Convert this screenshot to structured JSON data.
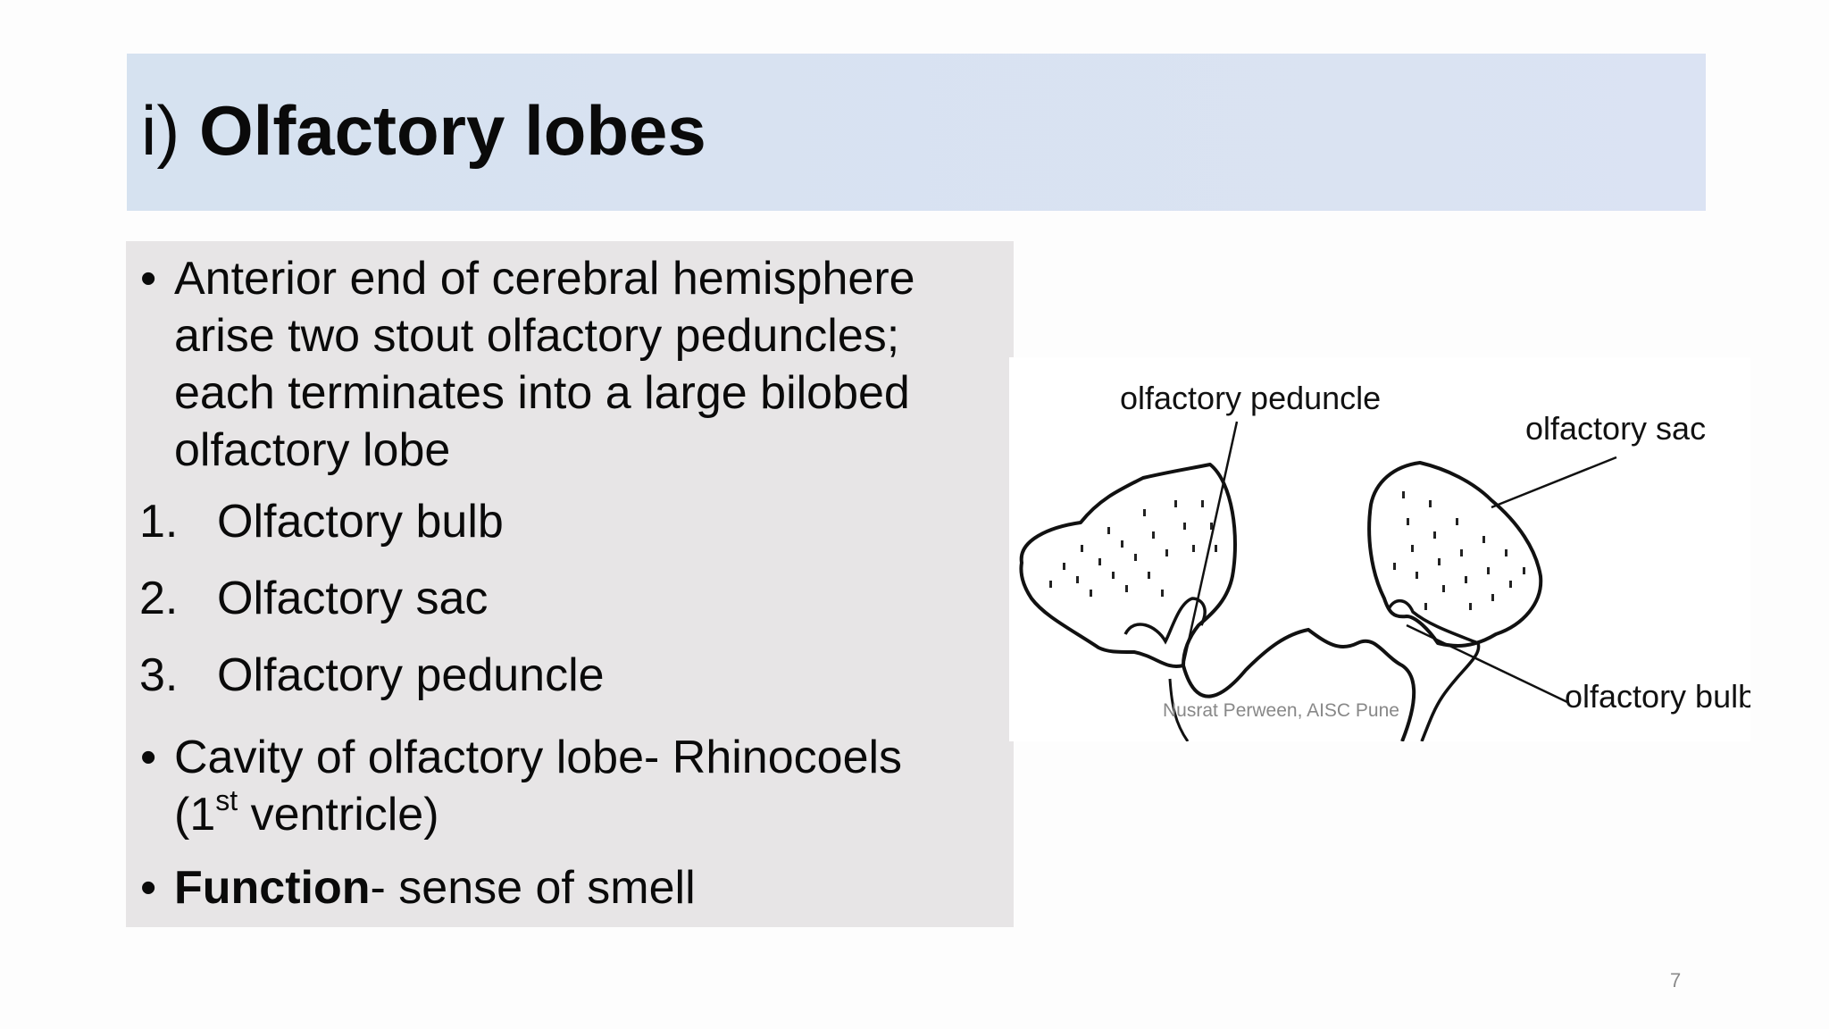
{
  "slide": {
    "title_prefix": "i)",
    "title_main": "Olfactory lobes",
    "bullets_top": [
      {
        "lines": [
          "Anterior end of cerebral hemisphere",
          "arise two stout olfactory peduncles;",
          "each terminates into a large bilobed",
          "olfactory lobe"
        ]
      }
    ],
    "numbered": [
      {
        "num": "1.",
        "text": "Olfactory bulb"
      },
      {
        "num": "2.",
        "text": "Olfactory sac"
      },
      {
        "num": "3.",
        "text": "Olfactory peduncle"
      }
    ],
    "cavity": {
      "line1": "Cavity of olfactory lobe- Rhinocoels",
      "line2_a": "(1",
      "line2_sup": "st",
      "line2_b": " ventricle)"
    },
    "function": {
      "bold": "Function",
      "rest": "- sense of smell"
    },
    "bullet_char": "•",
    "page_number": "7"
  },
  "diagram": {
    "label_peduncle": "olfactory peduncle",
    "label_sac": "olfactory sac",
    "label_bulb": "olfactory bulb",
    "watermark": "Nusrat Perween, AISC Pune"
  }
}
